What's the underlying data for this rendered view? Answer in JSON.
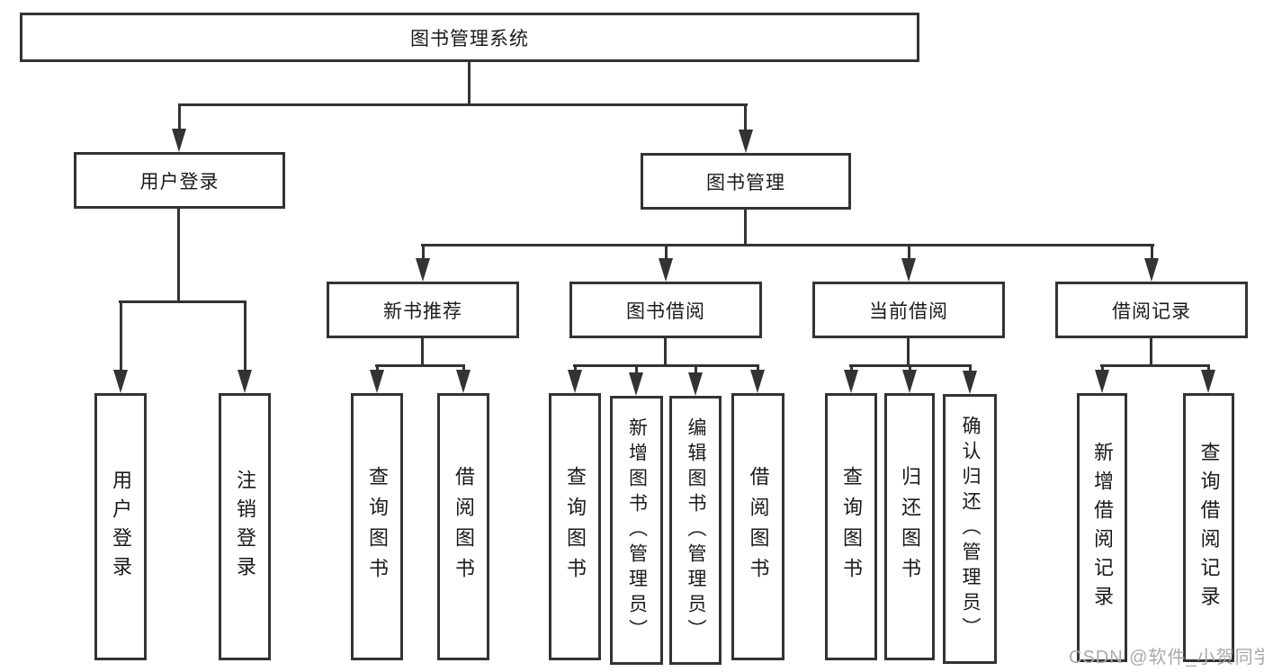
{
  "diagram": {
    "root": {
      "label": "图书管理系统"
    },
    "branches": [
      {
        "label": "用户登录",
        "children": [
          {
            "label": "用户登录"
          },
          {
            "label": "注销登录"
          }
        ]
      },
      {
        "label": "图书管理",
        "children": [
          {
            "label": "新书推荐",
            "children": [
              {
                "label": "查询图书"
              },
              {
                "label": "借阅图书"
              }
            ]
          },
          {
            "label": "图书借阅",
            "children": [
              {
                "label": "查询图书"
              },
              {
                "label": "新增图书（管理员）"
              },
              {
                "label": "编辑图书（管理员）"
              },
              {
                "label": "借阅图书"
              }
            ]
          },
          {
            "label": "当前借阅",
            "children": [
              {
                "label": "查询图书"
              },
              {
                "label": "归还图书"
              },
              {
                "label": "确认归还（管理员）"
              }
            ]
          },
          {
            "label": "借阅记录",
            "children": [
              {
                "label": "新增借阅记录"
              },
              {
                "label": "查询借阅记录"
              }
            ]
          }
        ]
      }
    ]
  },
  "watermark": {
    "text": "CSDN @软件_小贺同学"
  },
  "colors": {
    "background": "#ffffff",
    "line": "#333333",
    "box_border": "#333333",
    "text": "#1a1a1a",
    "watermark": "#a9a9a9"
  }
}
